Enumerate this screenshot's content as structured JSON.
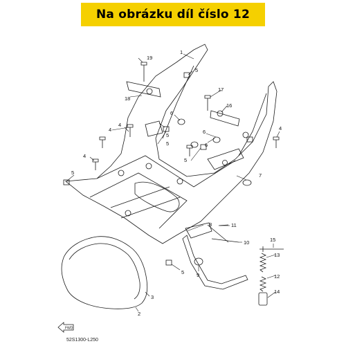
{
  "banner": {
    "text": "Na obrázku díl číslo 12"
  },
  "diagram_code": "52S1300-L250",
  "fwd_label": "FWD",
  "callouts": [
    {
      "id": "c1",
      "text": "1"
    },
    {
      "id": "c2",
      "text": "2"
    },
    {
      "id": "c3",
      "text": "3"
    },
    {
      "id": "c4a",
      "text": "4"
    },
    {
      "id": "c4b",
      "text": "4"
    },
    {
      "id": "c4c",
      "text": "4"
    },
    {
      "id": "c4d",
      "text": "4"
    },
    {
      "id": "c5a",
      "text": "5"
    },
    {
      "id": "c5b",
      "text": "5"
    },
    {
      "id": "c5c",
      "text": "5"
    },
    {
      "id": "c5d",
      "text": "5"
    },
    {
      "id": "c5e",
      "text": "5"
    },
    {
      "id": "c5f",
      "text": "5"
    },
    {
      "id": "c6a",
      "text": "6"
    },
    {
      "id": "c6b",
      "text": "6"
    },
    {
      "id": "c6c",
      "text": "6"
    },
    {
      "id": "c7",
      "text": "7"
    },
    {
      "id": "c8",
      "text": "8"
    },
    {
      "id": "c9",
      "text": "9"
    },
    {
      "id": "c10",
      "text": "10"
    },
    {
      "id": "c11",
      "text": "11"
    },
    {
      "id": "c12",
      "text": "12"
    },
    {
      "id": "c13",
      "text": "13"
    },
    {
      "id": "c14",
      "text": "14"
    },
    {
      "id": "c15",
      "text": "15"
    },
    {
      "id": "c16",
      "text": "16"
    },
    {
      "id": "c17",
      "text": "17"
    },
    {
      "id": "c18",
      "text": "18"
    },
    {
      "id": "c19",
      "text": "19"
    }
  ],
  "colors": {
    "banner_bg": "#f5d000",
    "line": "#1a1a1a"
  }
}
